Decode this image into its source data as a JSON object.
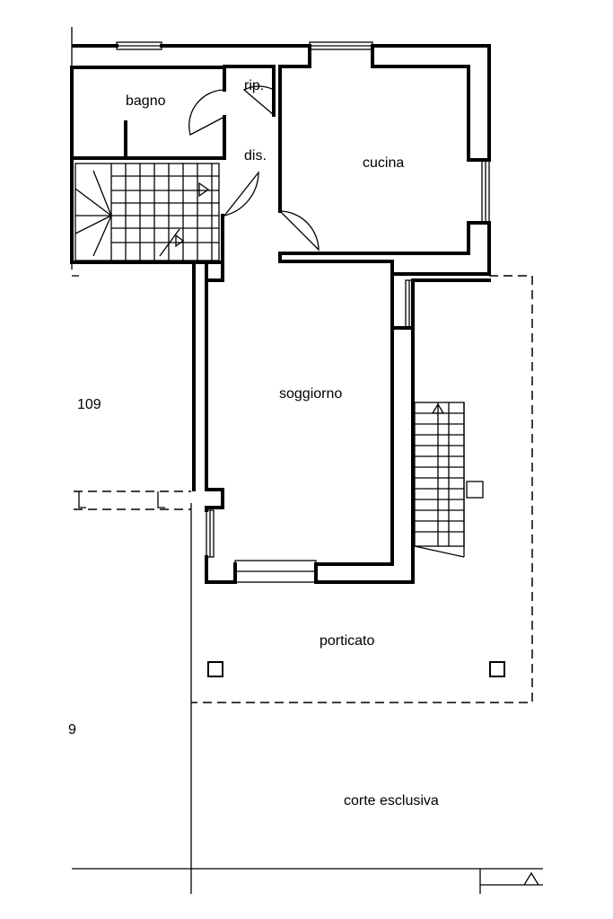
{
  "rooms": {
    "bagno": "bagno",
    "ripostiglio": "rip.",
    "disimpegno": "dis.",
    "cucina": "cucina",
    "soggiorno": "soggiorno",
    "porticato": "porticato",
    "corte": "corte esclusiva"
  },
  "neighbors": {
    "unit_number": "109",
    "partial_number": "9"
  },
  "colors": {
    "ink": "#000000",
    "paper": "#ffffff"
  }
}
